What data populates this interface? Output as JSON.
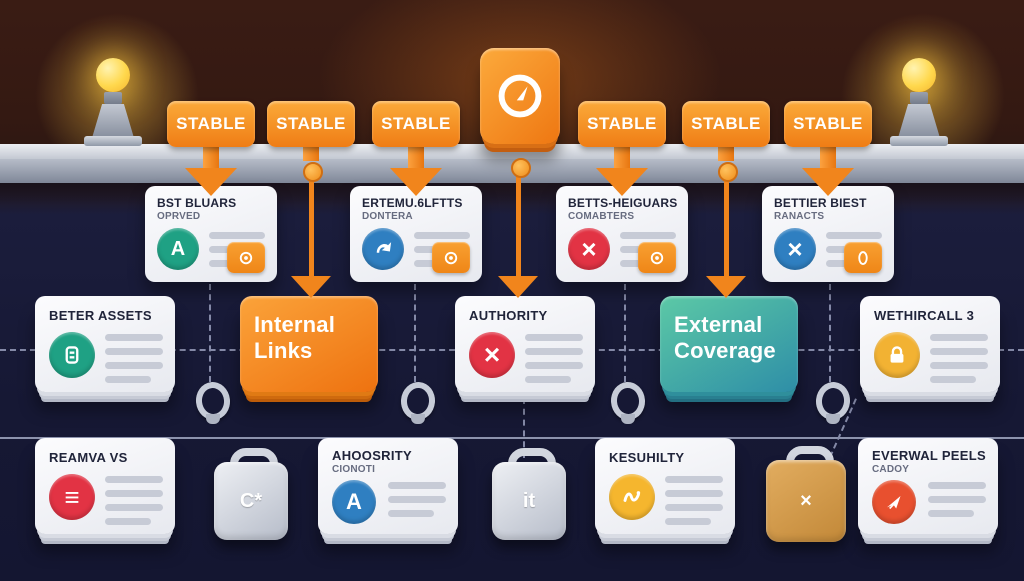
{
  "signs": {
    "labels": [
      "STABLE",
      "STABLE",
      "STABLE",
      "STABLE",
      "STABLE",
      "STABLE"
    ]
  },
  "center_module": {
    "icon_name": "clock-icon"
  },
  "row2_cards": [
    {
      "title": "BST BLUARS",
      "subtitle": "OPRVED",
      "icon_name": "letter-a-icon",
      "icon_glyph": "A",
      "icon_color": "#1fa184",
      "badge_icon": "target-icon"
    },
    {
      "title": "ERTEMU.6LFTTS",
      "subtitle": "DONTERA",
      "icon_name": "curved-arrow-icon",
      "icon_color": "#2f7fc1",
      "badge_icon": "target-icon"
    },
    {
      "title": "BETTS-HEIGUARS",
      "subtitle": "COMABTERS",
      "icon_name": "x-mark-icon",
      "icon_glyph": "×",
      "icon_color": "#e23344",
      "badge_icon": "target-icon"
    },
    {
      "title": "BETTIER BIEST",
      "subtitle": "RANACTS",
      "icon_name": "x-mark-icon",
      "icon_glyph": "×",
      "icon_color": "#2f7fc1",
      "badge_icon": "fingerprint-icon"
    }
  ],
  "row3_cards": [
    {
      "title": "BETER ASSETS",
      "icon_name": "list-icon",
      "icon_color": "#1fa184"
    },
    {
      "label": "Internal Links",
      "color": "#f5891d"
    },
    {
      "title": "AUTHORITY",
      "icon_name": "x-mark-icon",
      "icon_glyph": "×",
      "icon_color": "#e23344"
    },
    {
      "label": "External Coverage",
      "color": "#3aa99b"
    },
    {
      "title": "WETHIRCALL 3",
      "icon_name": "lock-icon",
      "icon_color": "#f2b233"
    }
  ],
  "bottom_cards": [
    {
      "title": "REAMVA VS",
      "subtitle": "",
      "icon_name": "menu-lines-icon",
      "icon_glyph": "≡",
      "icon_color": "#e23344"
    },
    {
      "title": "AHOOSRITY",
      "subtitle": "CIONOTI",
      "icon_name": "letter-a-icon",
      "icon_glyph": "A",
      "icon_color": "#2f7fc1"
    },
    {
      "title": "KESUHILTY",
      "subtitle": "",
      "icon_name": "squiggle-icon",
      "icon_color": "#f5b62e"
    },
    {
      "title": "EVERWAL PEELS",
      "subtitle": "CADOY",
      "icon_name": "plane-icon",
      "icon_color": "#e8502f"
    }
  ],
  "cases": [
    {
      "glyph": "C*",
      "style": "silver"
    },
    {
      "glyph": "it",
      "style": "silver"
    },
    {
      "glyph": "×",
      "style": "tan"
    }
  ],
  "colors": {
    "accent_orange": "#f5891d",
    "teal": "#3aa99b",
    "green": "#1fa184",
    "blue": "#2f7fc1",
    "red": "#e23344",
    "yellow": "#f5b62e",
    "bulb_yellow": "#ffd84d",
    "background_top": "#3a1c14",
    "background_bottom": "#161834",
    "card_white": "#f2f4f7",
    "guide_line": "#858aa8"
  }
}
